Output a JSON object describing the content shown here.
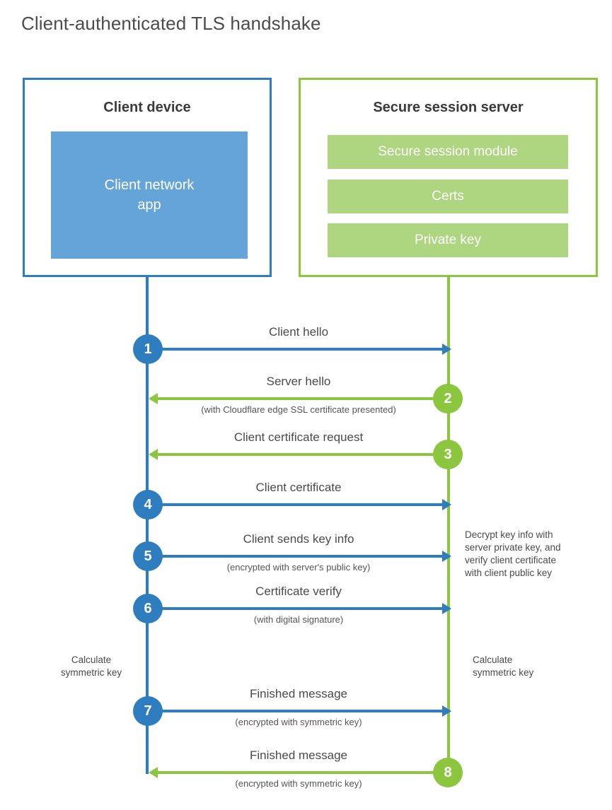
{
  "title": "Client-authenticated TLS handshake",
  "colors": {
    "client_blue": "#2E7DBE",
    "client_app_blue": "#65A4D8",
    "server_green": "#8CC63F",
    "server_block_green": "#AED57F",
    "text_gray": "#4a4a4a",
    "background": "#ffffff"
  },
  "client": {
    "title": "Client device",
    "app_label_line1": "Client network",
    "app_label_line2": "app"
  },
  "server": {
    "title": "Secure session server",
    "blocks": [
      {
        "label": "Secure session module"
      },
      {
        "label": "Certs"
      },
      {
        "label": "Private key"
      }
    ]
  },
  "steps": [
    {
      "number": "1",
      "label": "Client hello",
      "sub": "",
      "direction": "client-to-server",
      "color": "blue"
    },
    {
      "number": "2",
      "label": "Server hello",
      "sub": "(with Cloudflare edge SSL certificate presented)",
      "direction": "server-to-client",
      "color": "green"
    },
    {
      "number": "3",
      "label": "Client certificate request",
      "sub": "",
      "direction": "server-to-client",
      "color": "green"
    },
    {
      "number": "4",
      "label": "Client certificate",
      "sub": "",
      "direction": "client-to-server",
      "color": "blue"
    },
    {
      "number": "5",
      "label": "Client sends key info",
      "sub": "(encrypted with server's public key)",
      "direction": "client-to-server",
      "color": "blue"
    },
    {
      "number": "6",
      "label": "Certificate verify",
      "sub": "(with digital signature)",
      "direction": "client-to-server",
      "color": "blue"
    },
    {
      "number": "7",
      "label": "Finished message",
      "sub": "(encrypted with symmetric key)",
      "direction": "client-to-server",
      "color": "blue"
    },
    {
      "number": "8",
      "label": "Finished message",
      "sub": "(encrypted with symmetric key)",
      "direction": "server-to-client",
      "color": "green"
    }
  ],
  "annotations": {
    "server_decrypt": {
      "line1": "Decrypt key info with",
      "line2": "server private key, and",
      "line3": "verify client certificate",
      "line4": "with client public key"
    },
    "calculate_symmetric_key_client": {
      "line1": "Calculate",
      "line2": "symmetric key"
    },
    "calculate_symmetric_key_server": {
      "line1": "Calculate",
      "line2": "symmetric key"
    }
  }
}
